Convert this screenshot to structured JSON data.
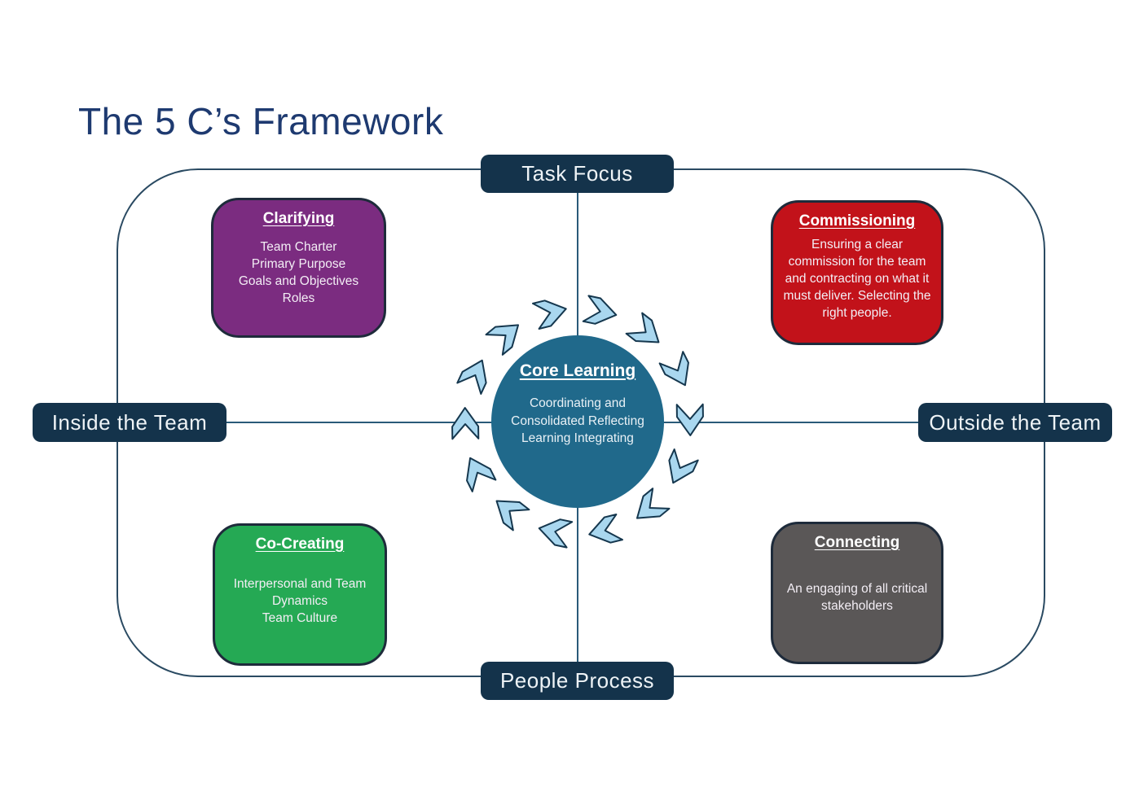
{
  "title": "The 5 C’s Framework",
  "axes": {
    "top": "Task Focus",
    "bottom": "People Process",
    "left": "Inside the Team",
    "right": "Outside the Team"
  },
  "quadrants": {
    "clarifying": {
      "title": "Clarifying",
      "lines": [
        "Team Charter",
        "Primary Purpose",
        "Goals and Objectives",
        "Roles"
      ]
    },
    "commissioning": {
      "title": "Commissioning",
      "body": "Ensuring a clear commission for the team and contracting on what it must deliver. Selecting the right people."
    },
    "co_creating": {
      "title": "Co-Creating",
      "lines": [
        "Interpersonal and Team Dynamics",
        "Team Culture"
      ]
    },
    "connecting": {
      "title": "Connecting",
      "body": "An engaging of all critical stakeholders"
    }
  },
  "center": {
    "title": "Core Learning",
    "lines": [
      "Coordinating and",
      "Consolidated Reflecting",
      "Learning Integrating"
    ]
  },
  "palette": {
    "title_blue": "#1e3a70",
    "clarifying_purple": "#7b2c80",
    "commissioning_red": "#c2121a",
    "co_creating_green": "#25a954",
    "connecting_gray": "#5a5757",
    "core_circle_teal": "#20698b",
    "axis_pill_navy": "#14334b",
    "chevron_fill_blue": "#a9d7ef",
    "chevron_stroke_navy": "#15374e",
    "frame_line_navy": "#2a4a62"
  }
}
